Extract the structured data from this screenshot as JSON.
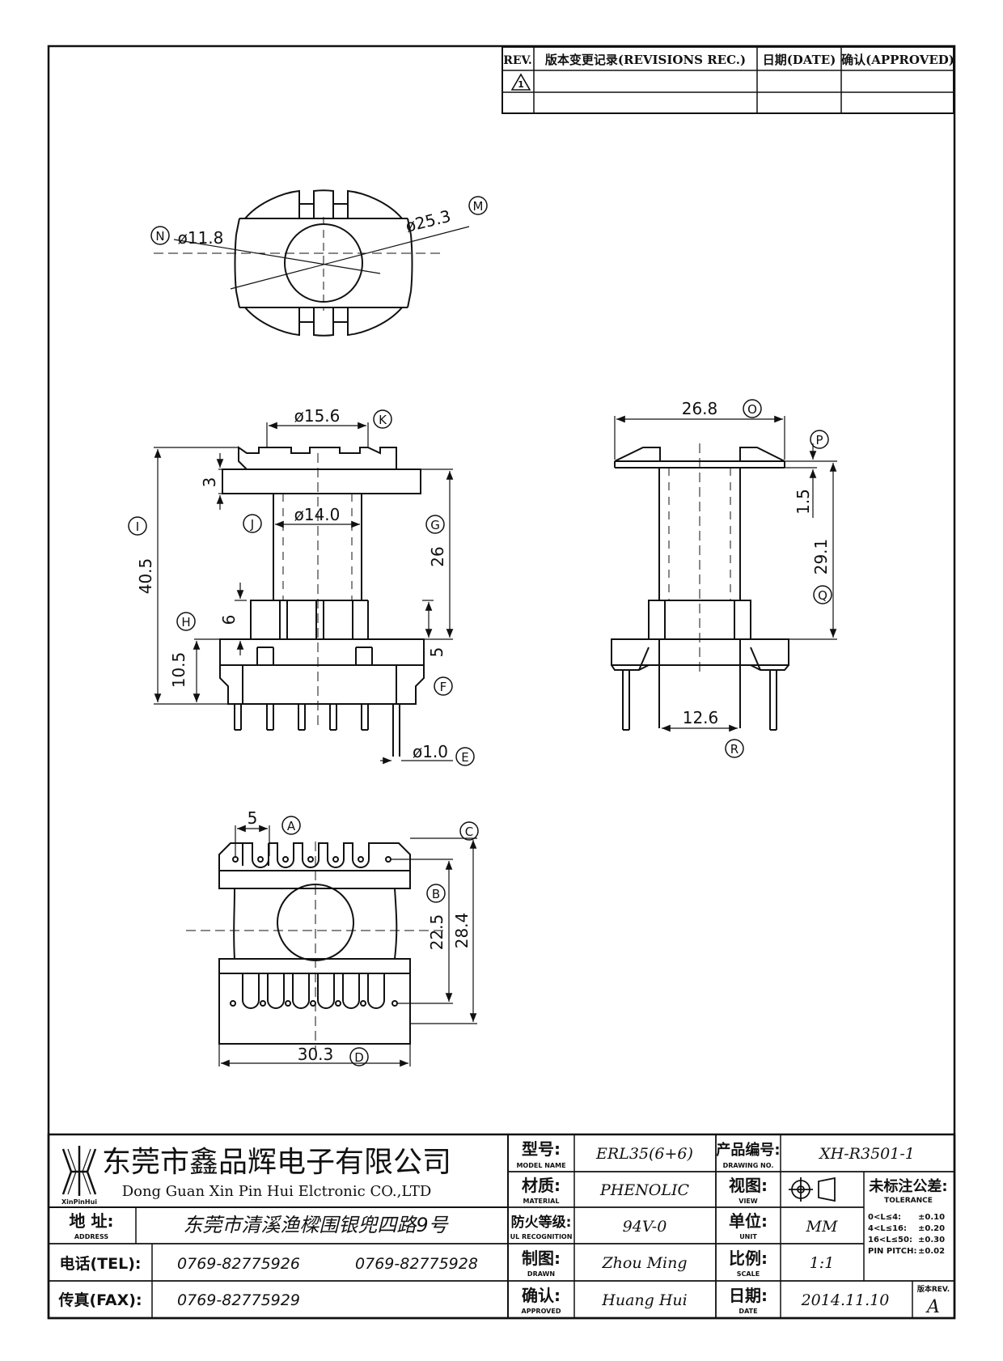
{
  "revisions": {
    "rev_header": "REV.",
    "record_header": "版本变更记录(REVISIONS REC.)",
    "date_header": "日期(DATE)",
    "approved_header": "确认(APPROVED)",
    "rev_symbol": "1"
  },
  "top_view": {
    "n_label": "N",
    "n_value": "ø11.8",
    "m_label": "M",
    "m_value": "ø25.3"
  },
  "front_view": {
    "k_label": "K",
    "k_value": "ø15.6",
    "j_label": "J",
    "j_value": "ø14.0",
    "i_label": "I",
    "i_value": "40.5",
    "g_label": "G",
    "g_value": "26",
    "h_label": "H",
    "h_value": "10.5",
    "f_label": "F",
    "f_value": "5",
    "e_label": "E",
    "e_value": "ø1.0",
    "flange_value": "3",
    "slot_value": "6"
  },
  "side_view": {
    "o_label": "O",
    "o_value": "26.8",
    "p_label": "P",
    "p_value": "1.5",
    "q_label": "Q",
    "q_value": "29.1",
    "r_label": "R",
    "r_value": "12.6"
  },
  "bottom_view": {
    "a_label": "A",
    "a_value": "5",
    "b_label": "B",
    "b_value": "22.5",
    "c_label": "C",
    "c_value": "28.4",
    "d_label": "D",
    "d_value": "30.3"
  },
  "title_block": {
    "company_cn": "东莞市鑫品辉电子有限公司",
    "company_en": "Dong Guan Xin Pin Hui Elctronic CO.,LTD",
    "logo_text": "XinPinHui",
    "address_label": "地 址:",
    "address_sub": "ADDRESS",
    "address_value": "东莞市清溪渔樑围银兜四路9号",
    "tel_label": "电话(TEL):",
    "tel_value1": "0769-82775926",
    "tel_value2": "0769-82775928",
    "fax_label": "传真(FAX):",
    "fax_value": "0769-82775929",
    "model_label": "型号:",
    "model_sub": "MODEL NAME",
    "model_value": "ERL35(6+6)",
    "material_label": "材质:",
    "material_sub": "MATERIAL",
    "material_value": "PHENOLIC",
    "fire_label": "防火等级:",
    "fire_sub": "UL RECOGNITION",
    "fire_value": "94V-0",
    "drawn_label": "制图:",
    "drawn_sub": "DRAWN",
    "drawn_value": "Zhou Ming",
    "approved_label": "确认:",
    "approved_sub": "APPROVED",
    "approved_value": "Huang Hui",
    "drawing_no_label": "产品编号:",
    "drawing_no_sub": "DRAWING NO.",
    "drawing_no_value": "XH-R3501-1",
    "view_label": "视图:",
    "view_sub": "VIEW",
    "unit_label": "单位:",
    "unit_sub": "UNIT",
    "unit_value": "MM",
    "scale_label": "比例:",
    "scale_sub": "SCALE",
    "scale_value": "1:1",
    "date_label": "日期:",
    "date_sub": "DATE",
    "date_value": "2014.11.10",
    "tolerance_title": "未标注公差:",
    "tolerance_sub": "TOLERANCE",
    "tol_r1_range": "0<L≤4:",
    "tol_r1_val": "±0.10",
    "tol_r2_range": "4<L≤16:",
    "tol_r2_val": "±0.20",
    "tol_r3_range": "16<L≤50:",
    "tol_r3_val": "±0.30",
    "tol_r4_range": "PIN PITCH:",
    "tol_r4_val": "±0.02",
    "rev_label": "版本REV.",
    "rev_value": "A"
  }
}
